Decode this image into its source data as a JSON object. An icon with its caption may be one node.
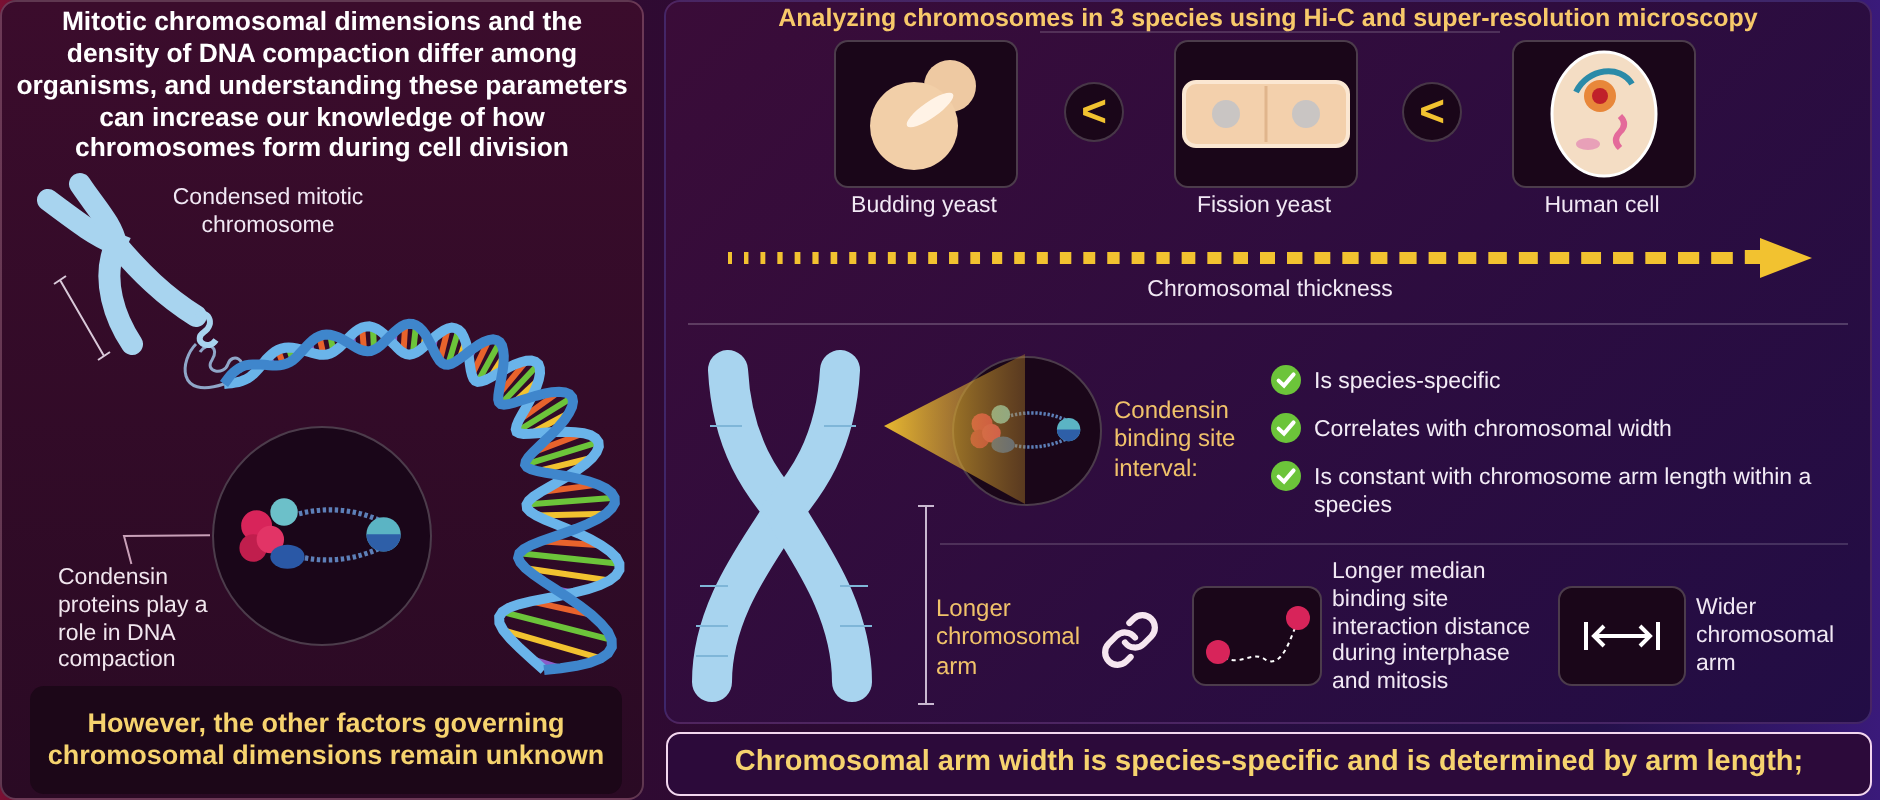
{
  "diagram": {
    "nodes": [
      {
        "text": [
          "Mitotic chromosomal dimensions and the density of DNA compaction differ among organisms, and understanding these parameters can increase our knowledge of how chromosomes form during cell division"
        ]
      },
      {
        "text": [
          "Condensin proteins play a role in DNA compaction"
        ],
        "in": 0
      },
      {
        "text": [],
        "shape": "circle",
        "in": 0
      },
      {
        "text": [
          "However, the other factors governing chromosomal dimensions remain unknown"
        ],
        "in": 0
      },
      {
        "text": [
          "Analyzing chromosomes in 3 species using Hi-C and super-resolution microscopy"
        ]
      },
      {
        "text": [],
        "shape": "picture",
        "beside": [
          "Budding yeast"
        ],
        "in": 4
      },
      {
        "text": [],
        "shape": "picture",
        "beside": [
          "Fission yeast"
        ],
        "in": 4
      },
      {
        "text": [],
        "shape": "picture",
        "beside": [
          "Human cell"
        ],
        "in": 4
      },
      {
        "text": [],
        "shape": "picture",
        "in": 4
      },
      {
        "text": [],
        "shape": "circle",
        "beside": [
          "Condensin binding site interval:"
        ],
        "in": 4
      },
      {
        "text": [],
        "shape": "picture",
        "beside": [
          "Longer median binding site interaction distance during interphase and mitosis"
        ],
        "in": 4
      },
      {
        "text": [],
        "shape": "picture",
        "beside": [
          "Wider chromosomal arm"
        ],
        "in": 4
      },
      {
        "text": [
          "Chromosomal arm width is species-specific and is determined by arm length;"
        ]
      }
    ],
    "edges": [
      {
        "from": 1,
        "to": 2,
        "arrow": "none",
        "color": "#c9a0b8"
      },
      {
        "from": 9,
        "to": 8,
        "arrow": "to"
      }
    ],
    "labels": [
      "<",
      "<",
      "Condensed mitotic chromosome",
      "Chromosomal thickness",
      "Is species-specific",
      "Correlates with chromosomal width",
      "Is constant with chromosome arm length within a species",
      "Longer chromosomal arm"
    ]
  }
}
